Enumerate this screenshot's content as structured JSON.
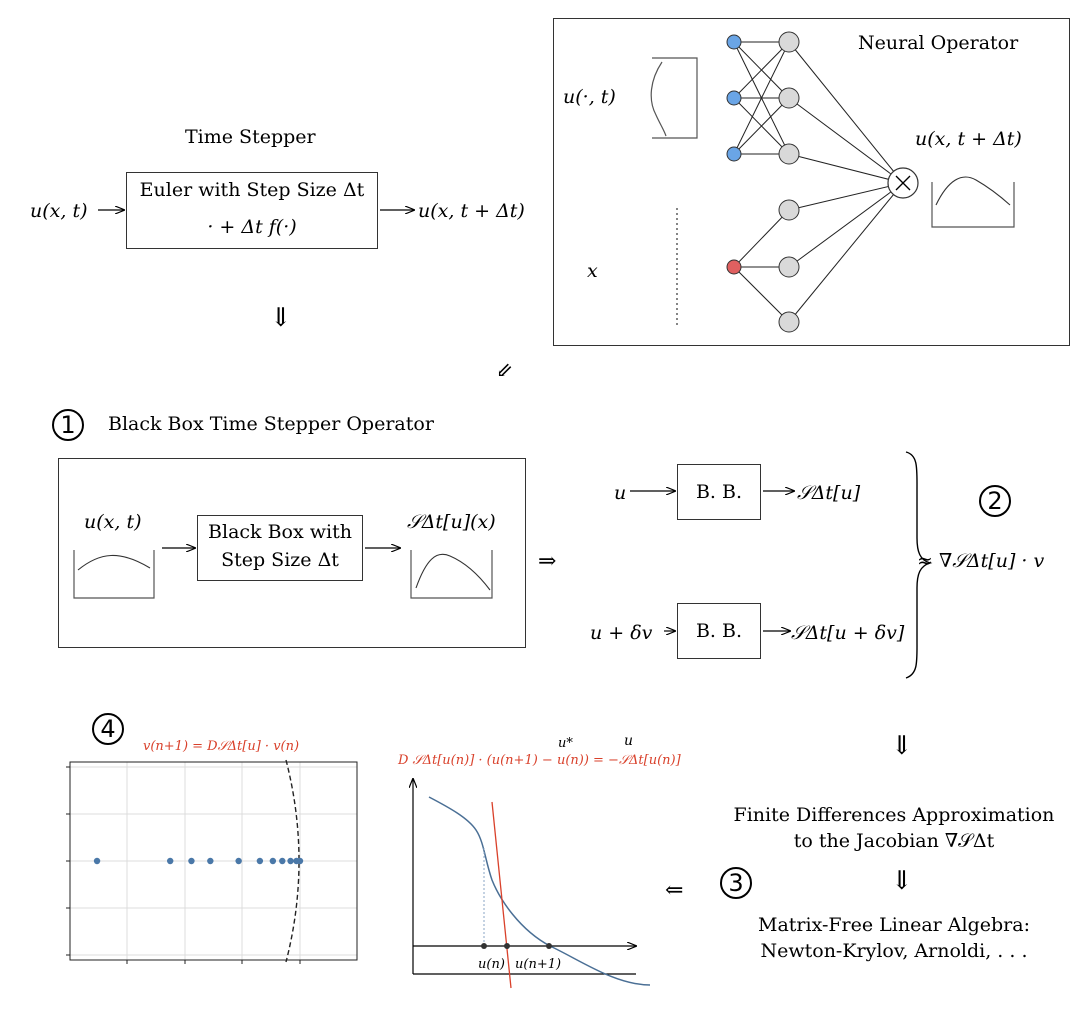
{
  "time_stepper": {
    "title": "Time Stepper",
    "input": "u(x, t)",
    "box_line1": "Euler with Step Size Δt",
    "box_line2": "· + Δt f(·)",
    "output": "u(x, t + Δt)"
  },
  "neural_operator": {
    "title": "Neural Operator",
    "input_fn": "u(·, t)",
    "input_x": "x",
    "output": "u(x, t + Δt)",
    "product_symbol": "×"
  },
  "section1": {
    "number": "1",
    "title": "Black Box Time Stepper Operator"
  },
  "black_box": {
    "input": "u(x, t)",
    "box_line1": "Black Box with",
    "box_line2": "Step Size Δt",
    "output": "𝒮Δt[u](x)"
  },
  "implies": "⇒",
  "down_arrow": "⇓",
  "diag_arrow": "⇙",
  "left_arrow": "⇐",
  "section2": {
    "number": "2",
    "top_input": "u",
    "bb_label": "B. B.",
    "top_output": "𝒮Δt[u]",
    "bottom_input": "u + δv",
    "bottom_output": "𝒮Δt[u + δv]",
    "approx": "≈ ∇𝒮Δt[u] · v"
  },
  "section3": {
    "number": "3",
    "line1": "Finite Differences Approximation",
    "line2": "to the Jacobian ∇𝒮Δt",
    "line3": "Matrix-Free Linear Algebra:",
    "line4": "Newton-Krylov, Arnoldi, . . ."
  },
  "section4": {
    "number": "4",
    "power_label": "v(n+1) = D𝒮Δt[u] · v(n)",
    "newton_label": "D 𝒮Δt[u(n)] · (u(n+1) − u(n)) = −𝒮Δt[u(n)]",
    "u_star": "u*",
    "u_axis": "u",
    "u_n": "u(n)",
    "u_n1": "u(n+1)"
  },
  "colors": {
    "blue_node": "#6aa5e6",
    "red_node": "#e06060",
    "grey_node": "#d9d9d9",
    "curve": "#4a6f95",
    "annotation_red": "#d9412b",
    "eig_dot": "#4a78a8"
  },
  "chart_data": {
    "type": "scatter",
    "series": [
      {
        "values": [
          [
            -0.86,
            0
          ],
          [
            -0.55,
            0
          ],
          [
            -0.46,
            0
          ],
          [
            -0.38,
            0
          ],
          [
            -0.26,
            0
          ],
          [
            -0.17,
            0
          ],
          [
            -0.115,
            0
          ],
          [
            -0.075,
            0
          ],
          [
            -0.04,
            0
          ],
          [
            -0.015,
            0
          ],
          [
            0,
            0
          ]
        ]
      }
    ],
    "reference_curve": "unit circle (dashed)",
    "grid": true
  }
}
